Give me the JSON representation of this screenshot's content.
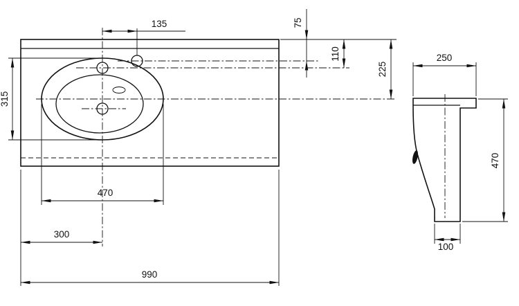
{
  "drawing": {
    "kind": "washbasin-technical-drawing",
    "line_color": "#111111",
    "background": "#ffffff",
    "dims": {
      "plan": {
        "hole_spacing": "135",
        "right_hole_to_back_edge": "75",
        "left_hole_to_back_edge": "110",
        "basin_axis_to_back_edge": "225",
        "basin_width": "315",
        "basin_length": "470",
        "basin_axis_from_left_edge": "300",
        "overall_length": "990"
      },
      "side": {
        "depth": "250",
        "height": "470",
        "foot_depth": "100"
      }
    }
  }
}
